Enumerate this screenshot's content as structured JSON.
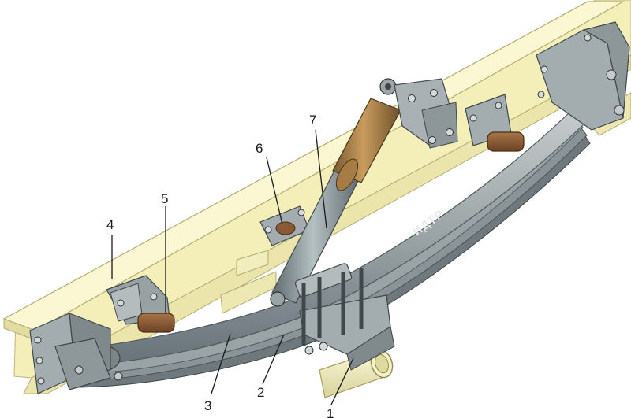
{
  "diagram": {
    "callouts": [
      {
        "id": "1",
        "label": "1"
      },
      {
        "id": "2",
        "label": "2"
      },
      {
        "id": "3",
        "label": "3"
      },
      {
        "id": "4",
        "label": "4"
      },
      {
        "id": "5",
        "label": "5"
      },
      {
        "id": "6",
        "label": "6"
      },
      {
        "id": "7",
        "label": "7"
      }
    ],
    "spring_stamp": "ИДТР",
    "stamp_mark": "®"
  },
  "colors": {
    "frame": "#f7f3c2",
    "frame_edge": "#bdb67e",
    "spring": "#9ea6a8",
    "spring_dark": "#5e676a",
    "bracket": "#8c9699",
    "bumper": "#8a5a36",
    "shock_upper": "#b58a52",
    "shock_lower": "#8e9ba0",
    "axle": "#f7f3c2"
  }
}
